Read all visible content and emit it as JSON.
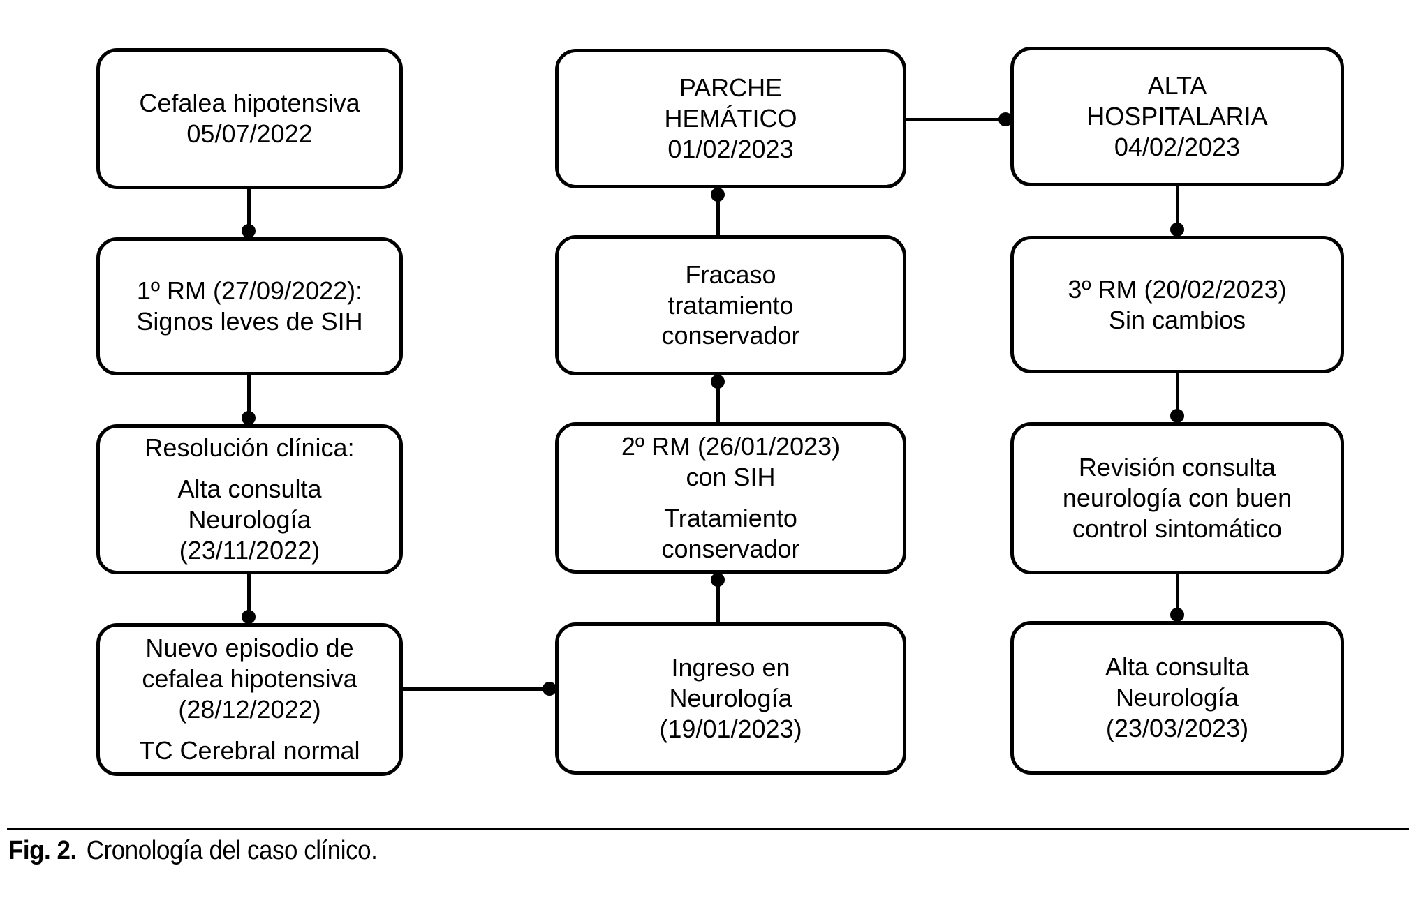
{
  "figure": {
    "caption_label": "Fig. 2.",
    "caption_text": "Cronología del caso clínico."
  },
  "colors": {
    "line": "#000000",
    "background": "#ffffff",
    "text": "#000000"
  },
  "diagram": {
    "columns": [
      {
        "boxes": [
          {
            "paragraphs": [
              "Cefalea hipotensiva\n05/07/2022"
            ]
          },
          {
            "paragraphs": [
              "1º RM (27/09/2022):\nSignos leves de SIH"
            ]
          },
          {
            "paragraphs": [
              "Resolución clínica:",
              "Alta consulta\nNeurología\n(23/11/2022)"
            ]
          },
          {
            "paragraphs": [
              "Nuevo episodio de\ncefalea hipotensiva\n(28/12/2022)",
              "TC Cerebral normal"
            ]
          }
        ]
      },
      {
        "boxes": [
          {
            "paragraphs": [
              "PARCHE\nHEMÁTICO\n01/02/2023"
            ]
          },
          {
            "paragraphs": [
              "Fracaso\ntratamiento\nconservador"
            ]
          },
          {
            "paragraphs": [
              "2º RM (26/01/2023)\ncon SIH",
              "Tratamiento\nconservador"
            ]
          },
          {
            "paragraphs": [
              "Ingreso en\nNeurología\n(19/01/2023)"
            ]
          }
        ]
      },
      {
        "boxes": [
          {
            "paragraphs": [
              "ALTA\nHOSPITALARIA\n04/02/2023"
            ]
          },
          {
            "paragraphs": [
              "3º RM (20/02/2023)\nSin cambios"
            ]
          },
          {
            "paragraphs": [
              "Revisión consulta\nneurología con buen\ncontrol sintomático"
            ]
          },
          {
            "paragraphs": [
              "Alta consulta\nNeurología\n(23/03/2023)"
            ]
          }
        ]
      }
    ]
  }
}
